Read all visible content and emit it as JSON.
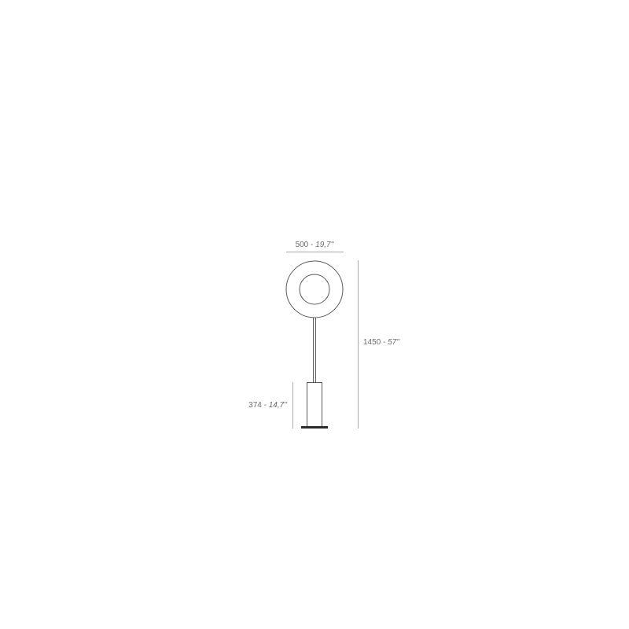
{
  "dimensions": {
    "width": {
      "metric": "500",
      "separator": " - ",
      "imperial": "19,7''"
    },
    "height": {
      "metric": "1450",
      "separator": " - ",
      "imperial": "57''"
    },
    "base_height": {
      "metric": "374",
      "separator": " - ",
      "imperial": "14,7''"
    }
  },
  "colors": {
    "lamp_outline": "#5a5a5a",
    "dimension_line": "#a8a8a8",
    "label_text": "#6b6b6b",
    "base_plate": "#2b2b2b"
  }
}
